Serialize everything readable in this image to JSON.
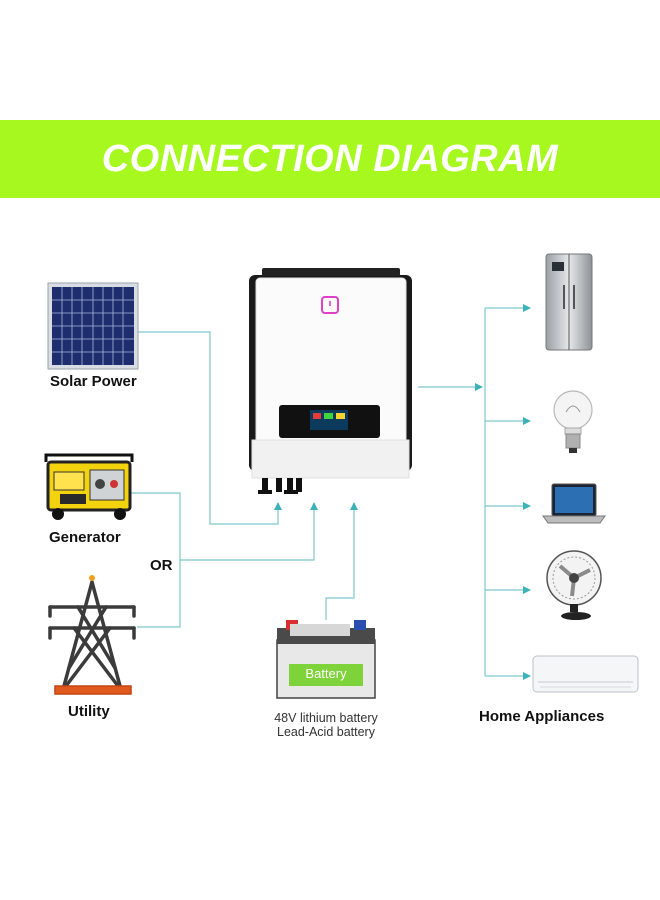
{
  "banner": {
    "title": "CONNECTION DIAGRAM",
    "color": "#a6f81f"
  },
  "sources": {
    "solar": {
      "label": "Solar Power"
    },
    "generator": {
      "label": "Generator"
    },
    "or_label": "OR",
    "utility": {
      "label": "Utility"
    }
  },
  "battery": {
    "case_label": "Battery",
    "caption_line1": "48V lithium battery",
    "caption_line2": "Lead-Acid battery"
  },
  "appliances": {
    "label": "Home Appliances",
    "items": [
      "refrigerator-icon",
      "light-bulb-icon",
      "laptop-icon",
      "desk-fan-icon",
      "air-conditioner-icon"
    ]
  },
  "colors": {
    "connector": "#7ec8cc",
    "arrow": "#3bb3b8",
    "power_icon": "#e040c8"
  }
}
